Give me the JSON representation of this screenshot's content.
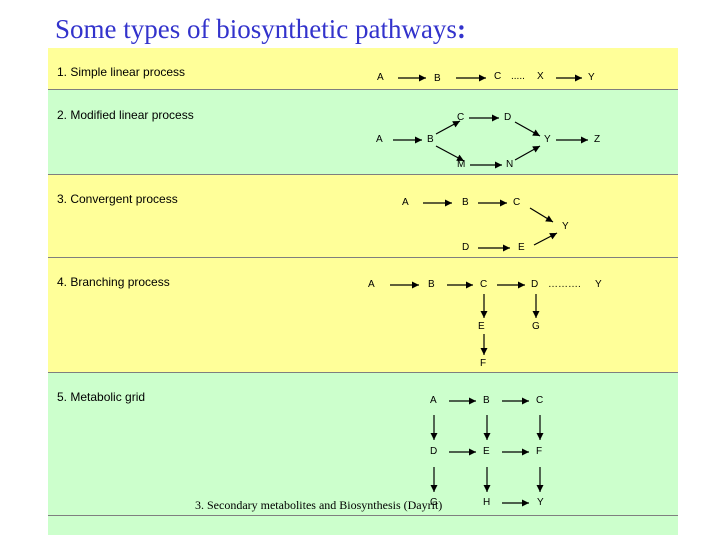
{
  "title": "Some types of biosynthetic pathways",
  "title_colon": ":",
  "sections": [
    {
      "label": "1. Simple linear process"
    },
    {
      "label": "2. Modified linear process"
    },
    {
      "label": "3. Convergent process"
    },
    {
      "label": "4. Branching  process"
    },
    {
      "label": "5. Metabolic grid"
    }
  ],
  "nodes": {
    "s1": {
      "a": "A",
      "b": "B",
      "c": "C",
      "dots": ".....",
      "x": "X",
      "y": "Y"
    },
    "s2": {
      "a": "A",
      "b": "B",
      "c": "C",
      "d": "D",
      "y": "Y",
      "z": "Z",
      "m": "M",
      "n": "N"
    },
    "s3": {
      "a": "A",
      "b": "B",
      "c": "C",
      "y": "Y",
      "d": "D",
      "e": "E"
    },
    "s4": {
      "a": "A",
      "b": "B",
      "c": "C",
      "d": "D",
      "dots": "……….",
      "y": "Y",
      "e": "E",
      "g": "G",
      "f": "F"
    },
    "s5": {
      "a": "A",
      "b": "B",
      "c": "C",
      "d": "D",
      "e": "E",
      "f": "F",
      "g": "G",
      "h": "H",
      "y": "Y"
    }
  },
  "footer": "3. Secondary metabolites and Biosynthesis (Dayrit)",
  "colors": {
    "title": "#3333cc",
    "yellow_band": "#ffff99",
    "green_band": "#ccffcc",
    "divider": "#7f7f7f"
  }
}
